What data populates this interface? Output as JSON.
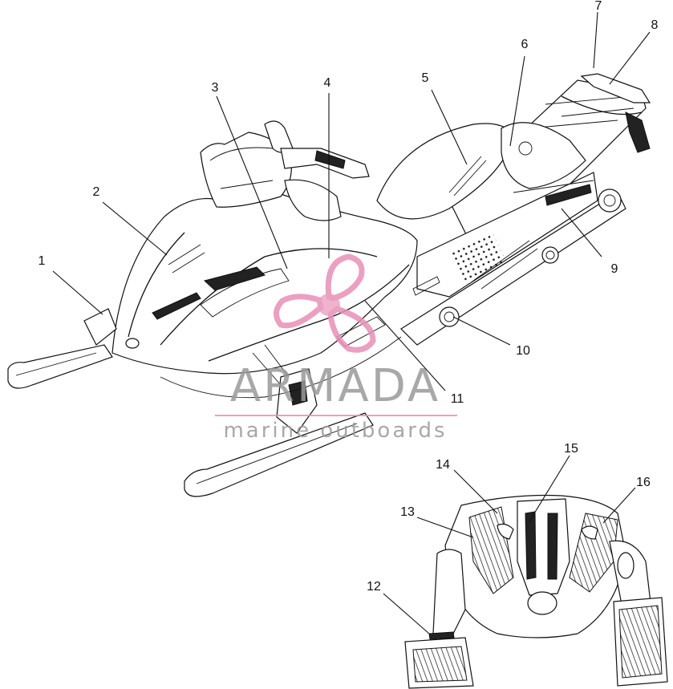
{
  "diagram": {
    "callouts": [
      "1",
      "2",
      "3",
      "4",
      "5",
      "6",
      "7",
      "8",
      "9",
      "10",
      "11",
      "12",
      "13",
      "14",
      "15",
      "16"
    ]
  },
  "watermark": {
    "title": "ARMADA",
    "subtitle": "marine outboards",
    "color_text": "#9a9a9a",
    "color_logo": "#e890b8"
  }
}
